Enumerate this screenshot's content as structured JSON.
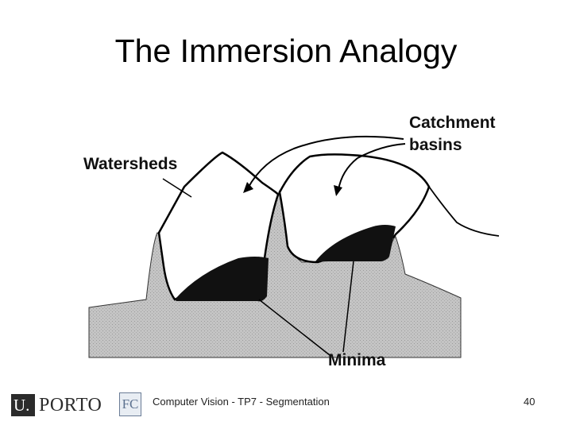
{
  "slide": {
    "title": "The Immersion Analogy"
  },
  "diagram": {
    "labels": {
      "watersheds": "Watersheds",
      "catchment_line1": "Catchment",
      "catchment_line2": "basins",
      "minima": "Minima"
    },
    "colors": {
      "terrain_fill": "#bdbdbd",
      "water_fill": "#ffffff",
      "minima_fill": "#111111",
      "outline": "#000000"
    }
  },
  "footer": {
    "logo_u": "U.",
    "logo_porto": "PORTO",
    "logo_fc": "FC",
    "course_text": "Computer Vision - TP7 - Segmentation",
    "page_number": "40"
  }
}
